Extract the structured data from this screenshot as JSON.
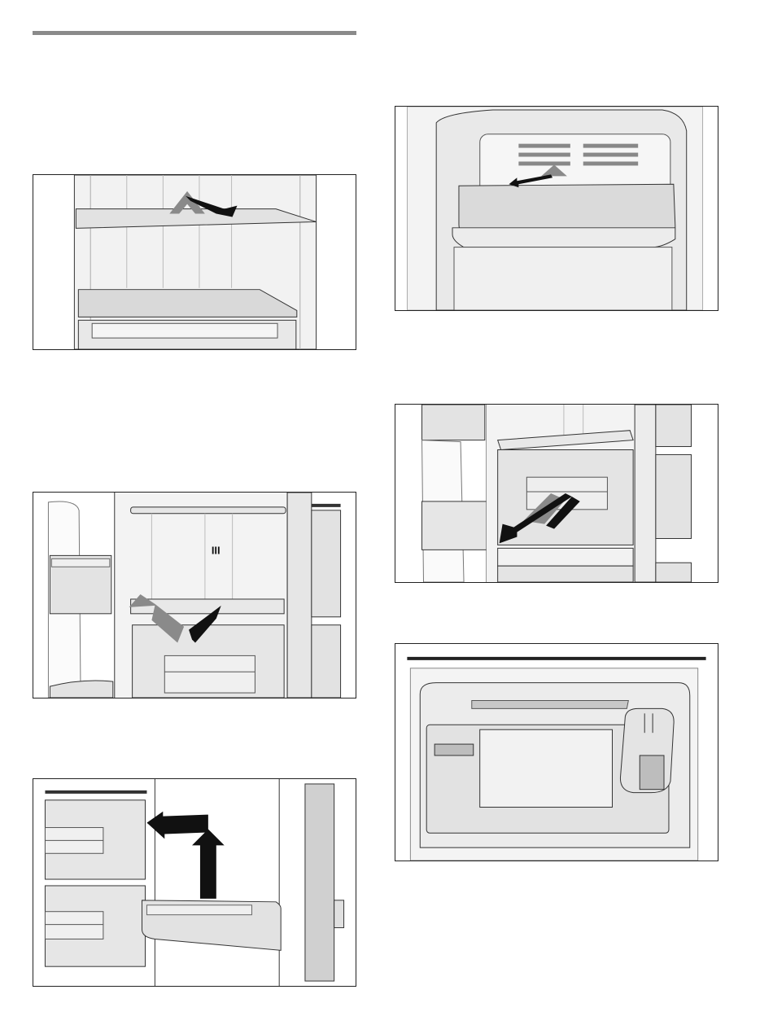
{
  "page": {
    "figures": [
      {
        "id": "fig-shelf-removal",
        "subject": "glass-shelf"
      },
      {
        "id": "fig-ice-bin-removal",
        "subject": "ice-bin"
      },
      {
        "id": "fig-drawer-shelf-removal",
        "subject": "drawer-shelf",
        "label": "III"
      },
      {
        "id": "fig-drawer-removal",
        "subject": "drawer"
      },
      {
        "id": "fig-door-bin-removal",
        "subject": "door-bin"
      },
      {
        "id": "fig-dispenser-compartment",
        "subject": "dispenser"
      }
    ]
  },
  "colors": {
    "frame": "#222222",
    "fill_light": "#e8e8e8",
    "fill_mid": "#d8d8d8",
    "fill_dark": "#a0a0a0",
    "arrow_black": "#111111",
    "arrow_grey": "#8a8a8a",
    "rule": "#8a8a8a"
  }
}
